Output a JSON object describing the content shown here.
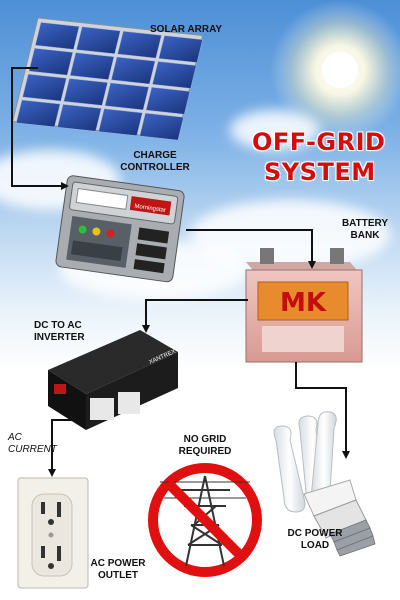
{
  "title": {
    "line1": "OFF-GRID",
    "line2": "SYSTEM"
  },
  "labels": {
    "solar_array": "SOLAR ARRAY",
    "charge_controller_1": "CHARGE",
    "charge_controller_2": "CONTROLLER",
    "battery_bank_1": "BATTERY",
    "battery_bank_2": "BANK",
    "inverter_1": "DC TO AC",
    "inverter_2": "INVERTER",
    "ac_current_1": "AC",
    "ac_current_2": "CURRENT",
    "no_grid_1": "NO GRID",
    "no_grid_2": "REQUIRED",
    "dc_load_1": "DC POWER",
    "dc_load_2": "LOAD",
    "ac_outlet_1": "AC POWER",
    "ac_outlet_2": "OUTLET"
  },
  "device_text": {
    "battery_brand": "MK",
    "controller_brand": "Morningstar",
    "inverter_brand": "XANTREX"
  },
  "colors": {
    "title": "#d60c0c",
    "prohibit": "#e01010",
    "arrow": "#111111",
    "panel": "#1e3f8f",
    "battery_body": "#e8b3ad"
  }
}
